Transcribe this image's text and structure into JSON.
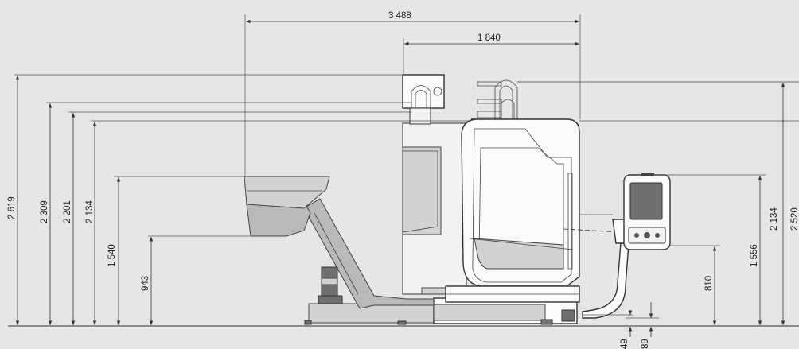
{
  "dimensions": {
    "overall_length": "3 488",
    "machine_width": "1 840",
    "height_total": "2 619",
    "height_2309": "2 309",
    "height_2201": "2 201",
    "height_2134_left": "2 134",
    "conveyor_discharge_top": "1 540",
    "conveyor_discharge_bottom": "943",
    "panel_height": "2 134",
    "panel_top_right": "2 520",
    "panel_1556": "1 556",
    "panel_810": "810",
    "floor_49": "49",
    "floor_89": "89"
  },
  "colors": {
    "background": "#e6e6e6",
    "line": "#333333",
    "machine_body": "#fbfbfb",
    "conveyor": "#b9b9b9"
  }
}
